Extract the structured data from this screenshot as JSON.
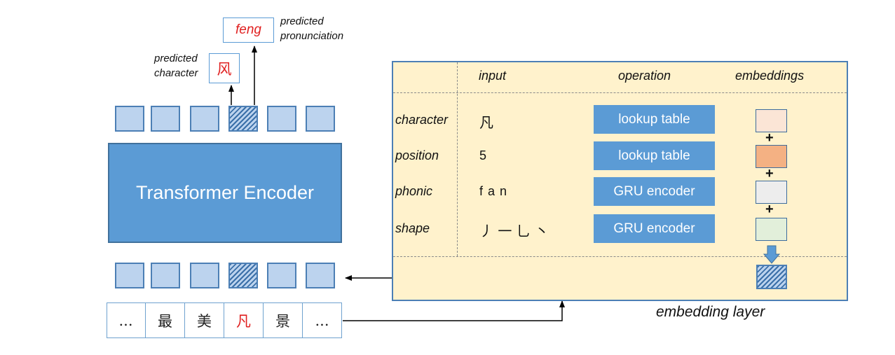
{
  "prediction": {
    "pronunciation": "feng",
    "pronunciation_label_1": "predicted",
    "pronunciation_label_2": "pronunciation",
    "character": "风",
    "character_label_1": "predicted",
    "character_label_2": "character"
  },
  "encoder": {
    "title": "Transformer Encoder"
  },
  "input_tokens": [
    "...",
    "最",
    "美",
    "凡",
    "景",
    "..."
  ],
  "embedding_layer": {
    "caption": "embedding layer",
    "headers": {
      "input": "input",
      "operation": "operation",
      "embeddings": "embeddings"
    },
    "rows": [
      {
        "label": "character",
        "input": "凡",
        "operation": "lookup table"
      },
      {
        "label": "position",
        "input": "5",
        "operation": "lookup table"
      },
      {
        "label": "phonic",
        "input": "f a n",
        "operation": "GRU encoder"
      },
      {
        "label": "shape",
        "input": "丿 一 乚 丶",
        "operation": "GRU encoder"
      }
    ],
    "plus": "+"
  },
  "colors": {
    "encoder": "#5b9bd5",
    "token": "#bcd3ee",
    "panel": "#fff2cc",
    "highlight_text": "#e02020",
    "emb_character": "#fbe5d6",
    "emb_position": "#f4b183",
    "emb_phonic": "#ededed",
    "emb_shape": "#e2efda"
  }
}
